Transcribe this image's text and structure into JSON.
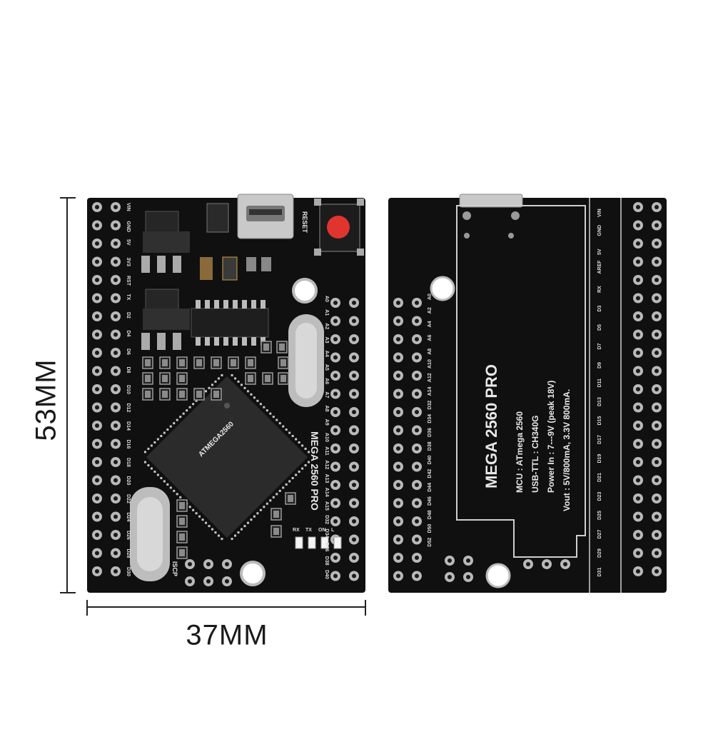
{
  "dimensions": {
    "height_label": "53MM",
    "width_label": "37MM"
  },
  "front_board": {
    "silkscreen_title": "MEGA 2560 PRO",
    "reset_label": "RESET",
    "icsp_label": "ISCP",
    "chip_marking": "ATMEGA2560",
    "led_labels": [
      "RX",
      "TX",
      "ON",
      "L"
    ],
    "left_pins": [
      "VIN",
      "GND",
      "5V",
      "3V3",
      "RST",
      "TX",
      "D2",
      "D4",
      "D6",
      "D8",
      "D10",
      "D12",
      "D14",
      "D16",
      "D18",
      "D20",
      "D22",
      "D24",
      "D26",
      "D28",
      "D30"
    ],
    "right_pins": [
      "A0",
      "A1",
      "A2",
      "A3",
      "A4",
      "A5",
      "A6",
      "A7",
      "A8",
      "A9",
      "A10",
      "A11",
      "A12",
      "A13",
      "A14",
      "A15",
      "D32",
      "D34",
      "D36",
      "D38",
      "D40"
    ]
  },
  "back_board": {
    "title": "MEGA 2560 PRO",
    "spec_lines": [
      "MCU : ATmega 2560",
      "USB-TTL : CH340G",
      "Power In : 7---9V (peak 18V)",
      "Vout : 5V/800mA, 3.3V 800mA."
    ],
    "left_pins": [
      "A0",
      "A2",
      "A4",
      "A6",
      "A8",
      "A10",
      "A12",
      "A14",
      "D32",
      "D34",
      "D36",
      "D38",
      "D40",
      "D42",
      "D44",
      "D46",
      "D48",
      "D50",
      "D52"
    ],
    "right_pins": [
      "VIN",
      "GND",
      "5V",
      "AREF",
      "RX",
      "D3",
      "D5",
      "D7",
      "D9",
      "D11",
      "D13",
      "D15",
      "D17",
      "D19",
      "D21",
      "D23",
      "D25",
      "D27",
      "D29",
      "D31"
    ]
  },
  "colors": {
    "pcb": "#101010",
    "pad": "#b9b9b9",
    "silkscreen": "#e8e8e8",
    "reset_button": "#e0342f",
    "background": "#ffffff"
  }
}
